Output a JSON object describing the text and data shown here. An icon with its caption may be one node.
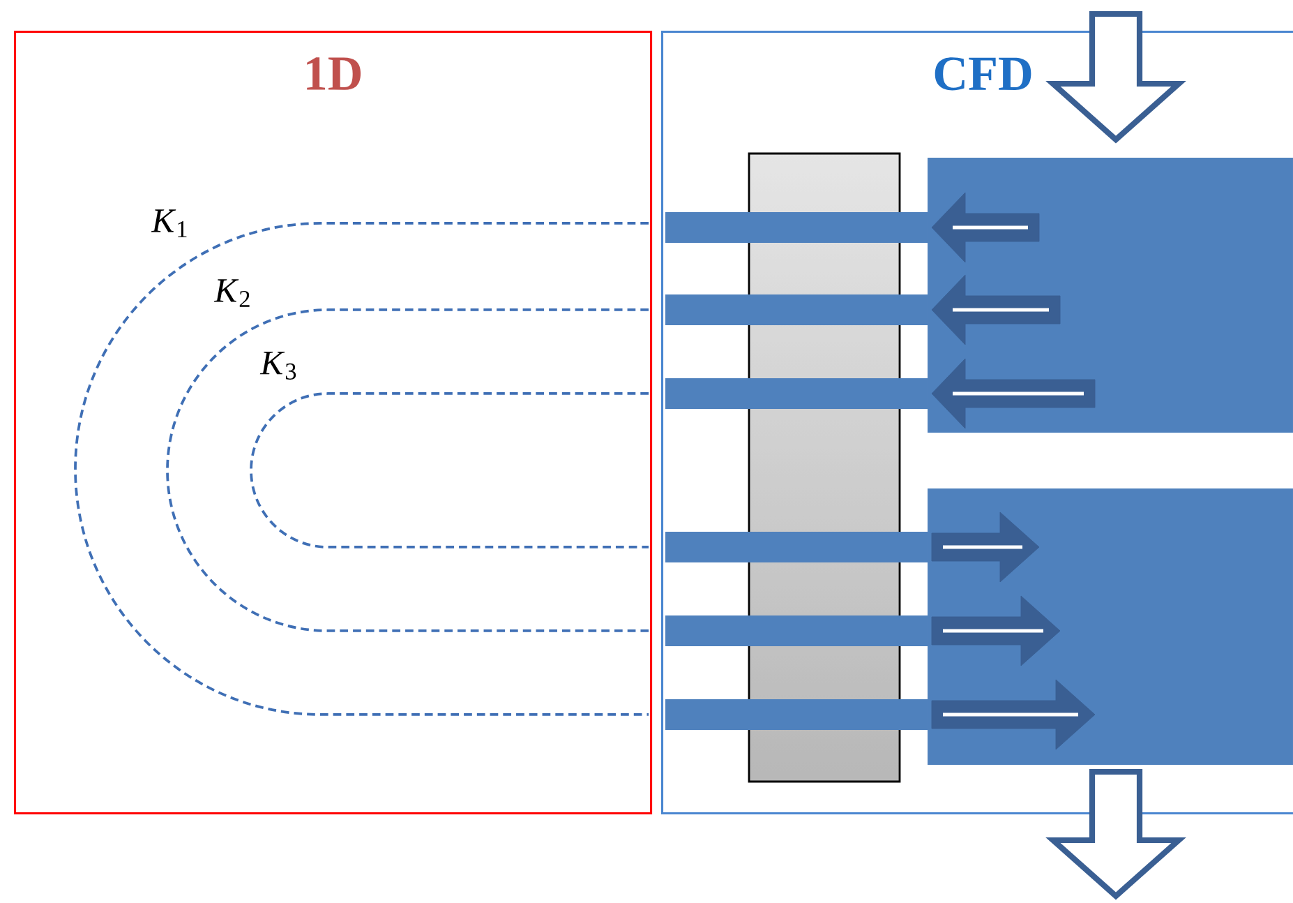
{
  "diagram": {
    "nodes": [
      {
        "text": [
          "1D"
        ]
      },
      {
        "text": [
          "CFD"
        ]
      }
    ],
    "labels": [
      "*K*$_{1}$",
      "*K*$_{2}$",
      "*K*$_{3}$"
    ]
  }
}
